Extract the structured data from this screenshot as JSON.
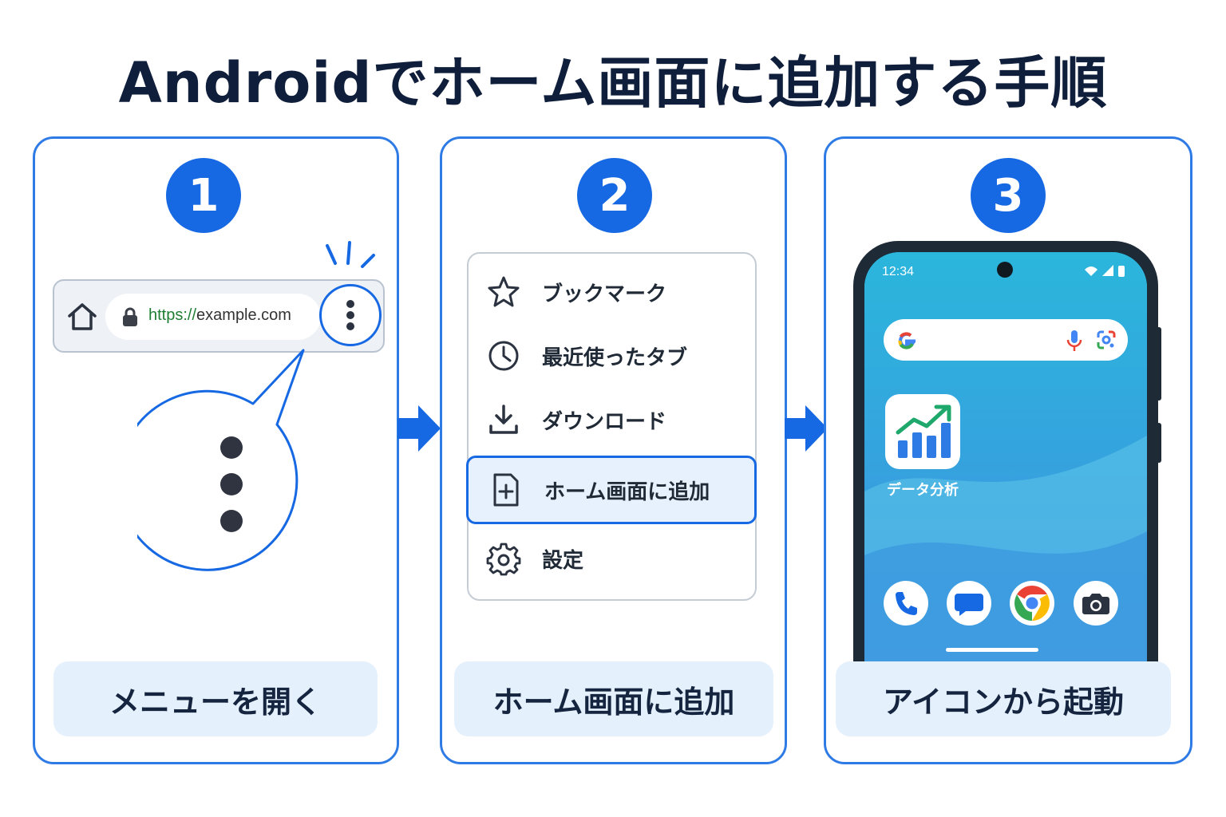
{
  "title": "Androidでホーム画面に追加する手順",
  "steps": [
    {
      "number": "1",
      "caption": "メニューを開く"
    },
    {
      "number": "2",
      "caption": "ホーム画面に追加"
    },
    {
      "number": "3",
      "caption": "アイコンから起動"
    }
  ],
  "browser": {
    "url_scheme": "https://",
    "url_host": "example.com"
  },
  "menu": {
    "items": [
      {
        "label": "ブックマーク",
        "icon": "star-icon"
      },
      {
        "label": "最近使ったタブ",
        "icon": "clock-icon"
      },
      {
        "label": "ダウンロード",
        "icon": "download-icon"
      },
      {
        "label": "ホーム画面に追加",
        "icon": "add-to-home-icon",
        "highlighted": true
      },
      {
        "label": "設定",
        "icon": "gear-icon"
      }
    ]
  },
  "phone": {
    "time": "12:34",
    "app_label": "データ分析",
    "dock": [
      "phone-icon",
      "messages-icon",
      "chrome-icon",
      "camera-icon"
    ]
  },
  "colors": {
    "accent": "#1668e3",
    "border": "#2f7be6",
    "caption_bg": "#e4f0fc",
    "title": "#0f1e3a"
  }
}
